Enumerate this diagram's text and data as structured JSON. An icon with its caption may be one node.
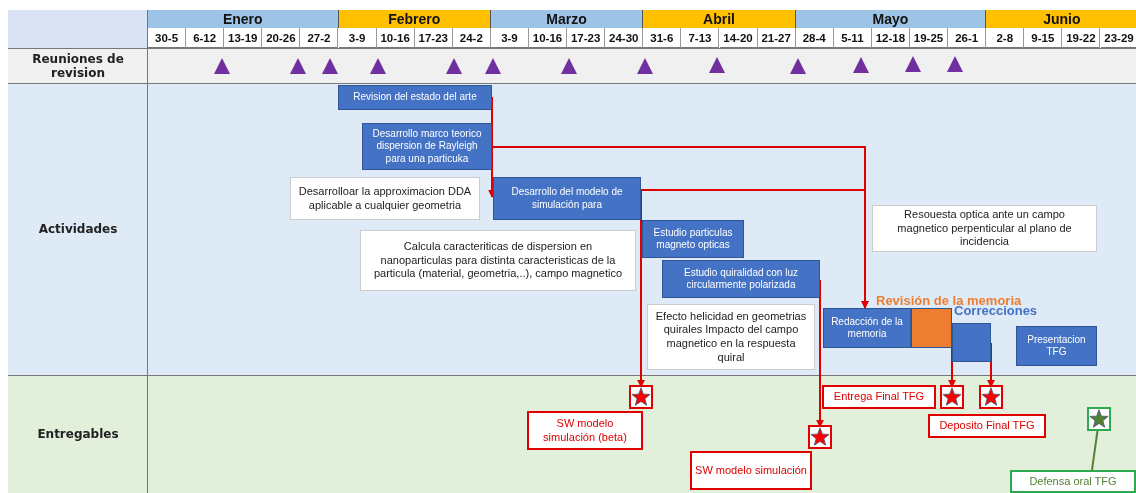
{
  "diagram": {
    "nodes": [
      {
        "text": [
          "Revision del estado del arte"
        ]
      },
      {
        "text": [
          "Desarrollo marco teorico dispersion de Rayleigh para una particuka"
        ]
      },
      {
        "text": [
          "Desarrolloar la approximacion DDA aplicable a cualquier geometria"
        ]
      },
      {
        "text": [
          "Desarrollo del modelo de simulación para"
        ]
      },
      {
        "text": [
          "Calcula caracteriticas de dispersion en nanoparticulas para distinta caracteristicas de la particula (material, geometria,..), campo magnetico"
        ]
      },
      {
        "text": [
          "Estudio particulas magneto opticas"
        ]
      },
      {
        "text": [
          "Resouesta optica ante un campo magnetico perpenticular al plano de incidencia"
        ]
      },
      {
        "text": [
          "Estudio quiralidad con luz circularmente polarizada"
        ]
      },
      {
        "text": [
          "Efecto helicidad en geometrias quirales Impacto del campo magnetico en la respuesta quiral"
        ]
      },
      {
        "text": [
          "Redacción de la memoria"
        ]
      },
      {
        "text": [],
        "shape": "box"
      },
      {
        "text": [],
        "shape": "box"
      },
      {
        "text": [
          "Presentacion TFG"
        ]
      },
      {
        "text": [],
        "shape": "star"
      },
      {
        "text": [
          "SW modelo simulación (beta)"
        ]
      },
      {
        "text": [
          "Entrega Final TFG"
        ]
      },
      {
        "text": [],
        "shape": "star"
      },
      {
        "text": [],
        "shape": "star"
      },
      {
        "text": [
          "Deposito Final TFG"
        ]
      },
      {
        "text": [],
        "shape": "star"
      },
      {
        "text": [],
        "shape": "star"
      },
      {
        "text": [
          "SW modelo simulación"
        ]
      },
      {
        "text": [
          "Defensa oral TFG"
        ]
      }
    ],
    "edges": [
      {
        "from": 0,
        "to": 3,
        "arrow": "to"
      },
      {
        "from": 1,
        "to": 9,
        "arrow": "to"
      },
      {
        "from": 3,
        "to": 9,
        "arrow": "to"
      },
      {
        "from": 3,
        "to": 13,
        "arrow": "to"
      },
      {
        "from": 7,
        "to": 20,
        "arrow": "to"
      },
      {
        "from": 10,
        "to": 16,
        "arrow": "to"
      },
      {
        "from": 11,
        "to": 17,
        "arrow": "to"
      },
      {
        "from": 22,
        "to": 19,
        "arrow": "none",
        "color": "#548235"
      }
    ],
    "labels": [
      "Enero",
      "Febrero",
      "Marzo",
      "Abril",
      "Mayo",
      "Junio",
      "30-5",
      "6-12",
      "13-19",
      "20-26",
      "27-2",
      "3-9",
      "10-16",
      "17-23",
      "24-2",
      "3-9",
      "10-16",
      "17-23",
      "24-30",
      "31-6",
      "7-13",
      "14-20",
      "21-27",
      "28-4",
      "5-11",
      "12-18",
      "19-25",
      "26-1",
      "2-8",
      "9-15",
      "19-22",
      "23-29",
      "Reuniones de revision",
      "Actividades",
      "Revisión de la memoria",
      "Correcciones",
      "Entregables"
    ]
  }
}
